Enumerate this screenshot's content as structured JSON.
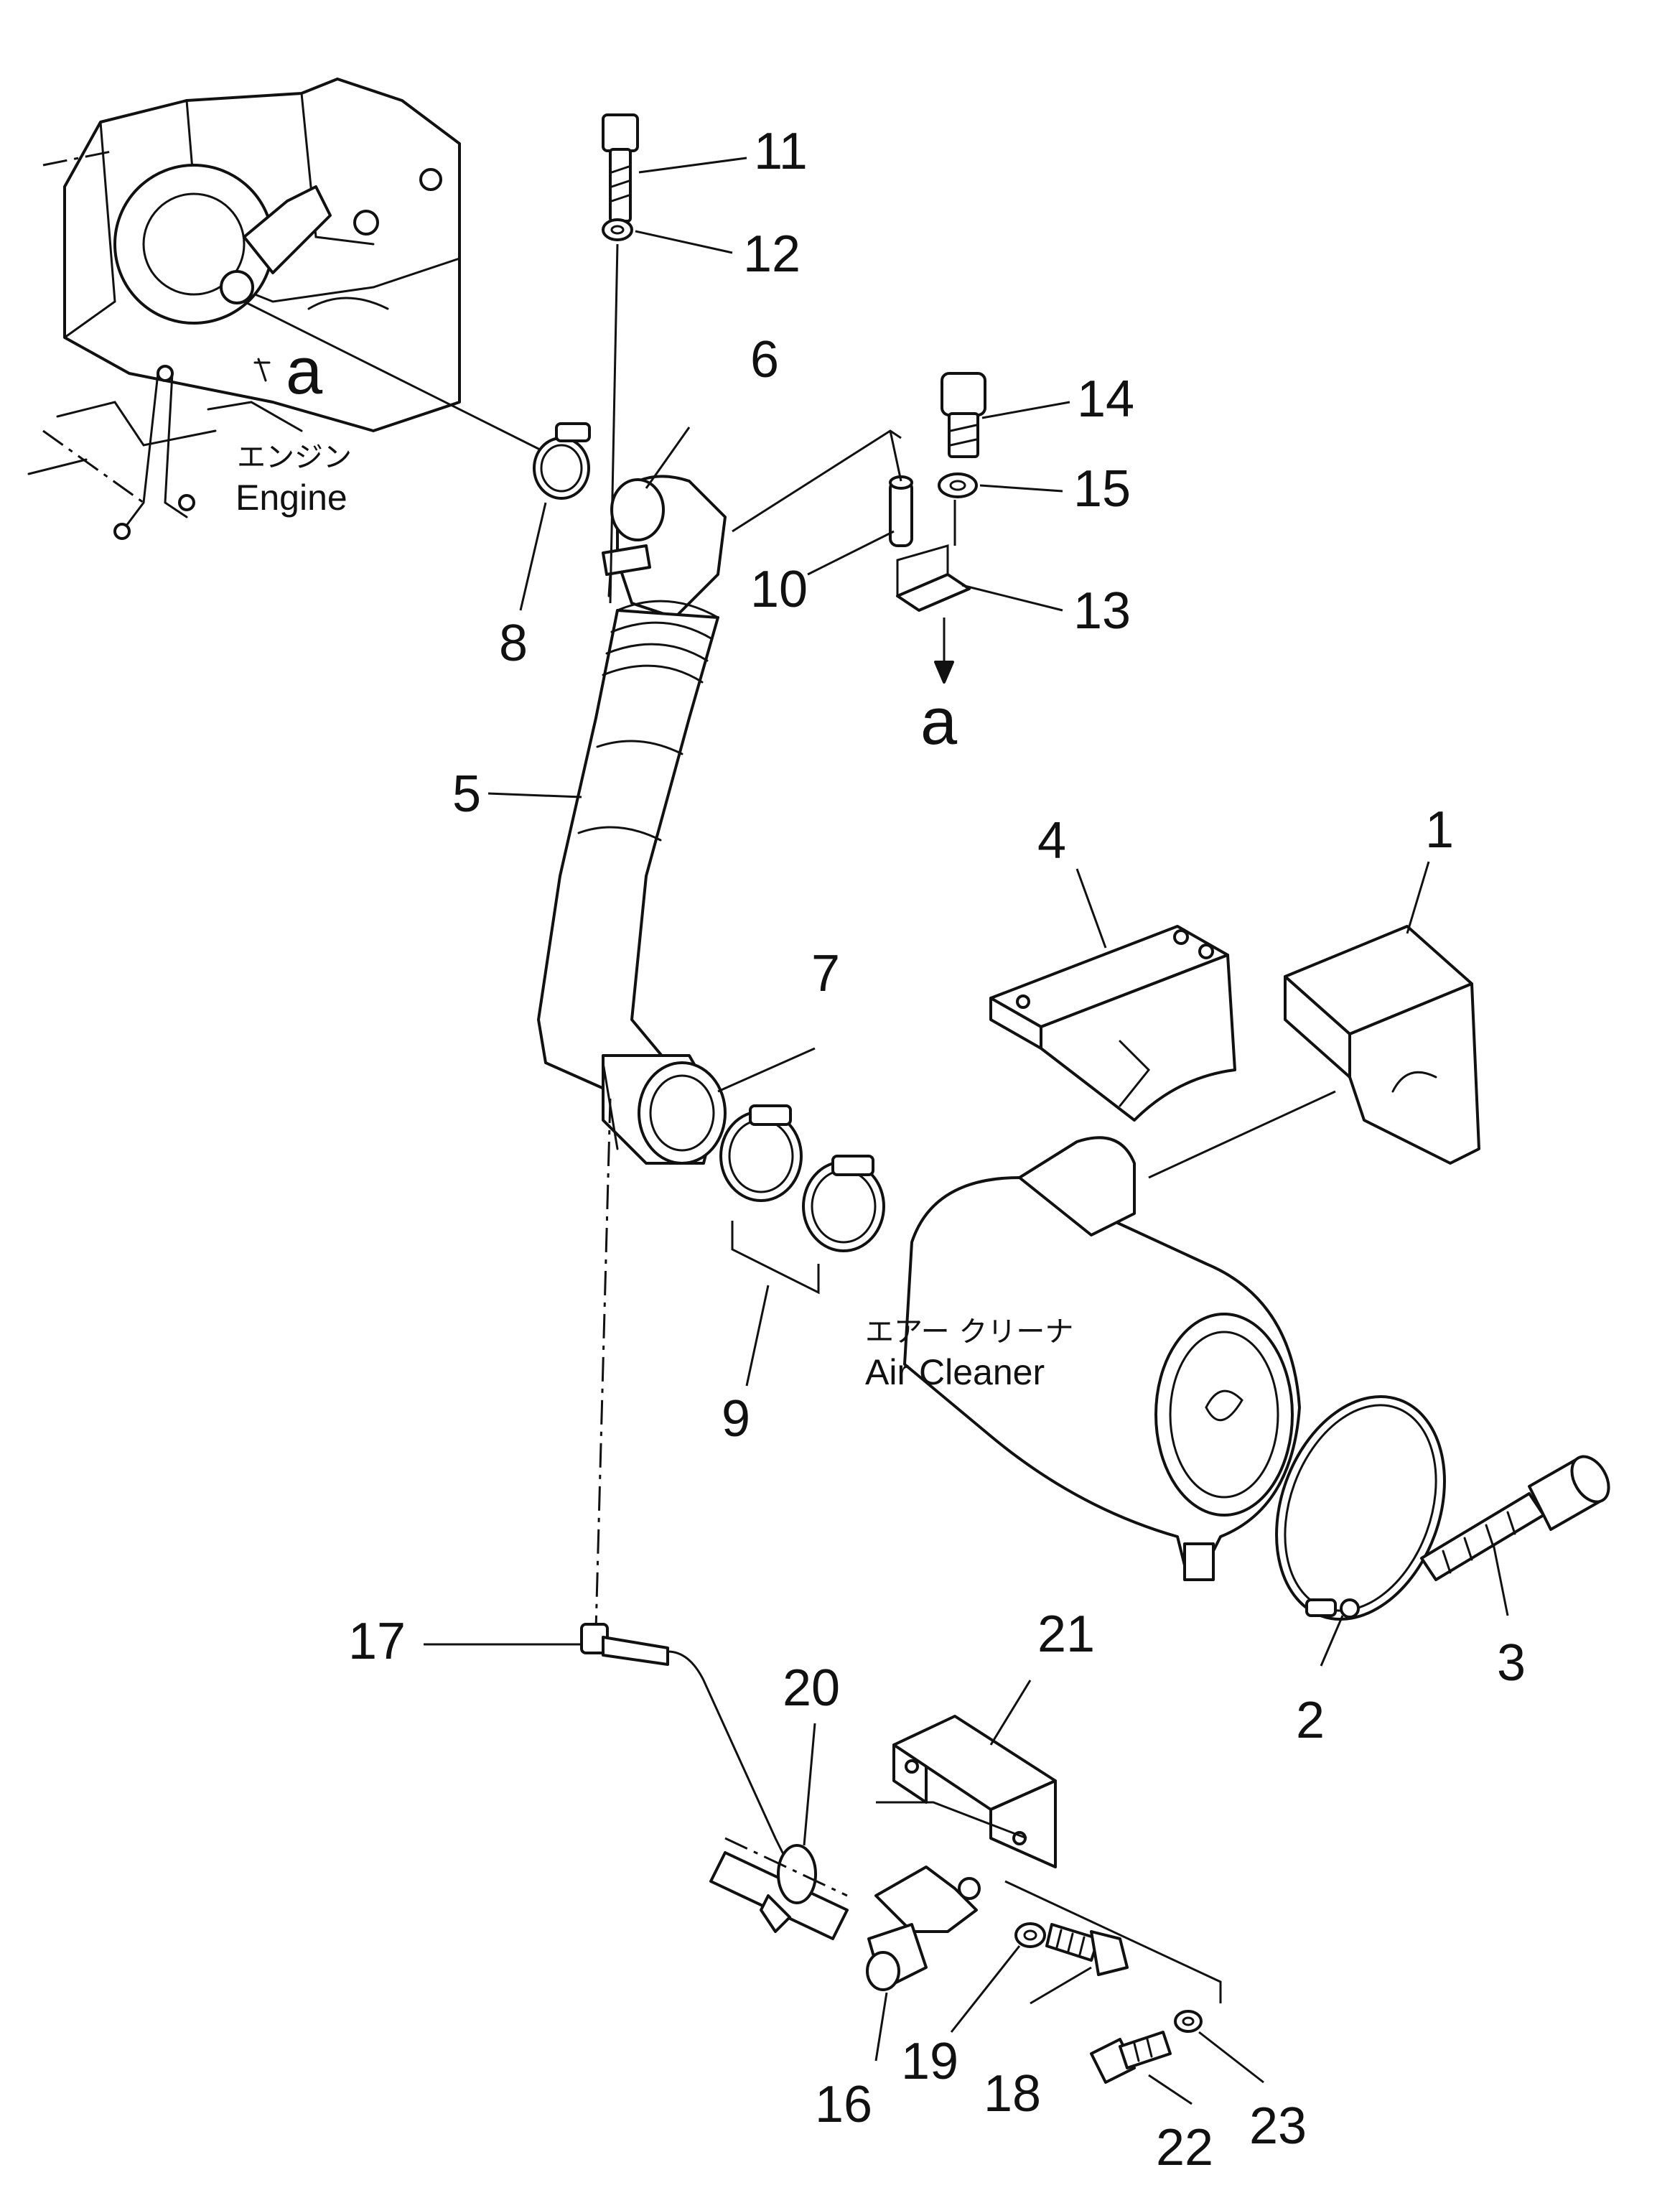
{
  "callouts": {
    "p1": "1",
    "p2": "2",
    "p3": "3",
    "p4": "4",
    "p5": "5",
    "p6": "6",
    "p7": "7",
    "p8": "8",
    "p9": "9",
    "p10": "10",
    "p11": "11",
    "p12": "12",
    "p13": "13",
    "p14": "14",
    "p15": "15",
    "p16": "16",
    "p17": "17",
    "p18": "18",
    "p19": "19",
    "p20": "20",
    "p21": "21",
    "p22": "22",
    "p23": "23"
  },
  "references": {
    "view_a_top": "a",
    "view_a_bottom": "a"
  },
  "labels": {
    "engine_jp": "エンジン",
    "engine_en": "Engine",
    "air_cleaner_jp": "エアー クリーナ",
    "air_cleaner_en": "Air Cleaner"
  }
}
